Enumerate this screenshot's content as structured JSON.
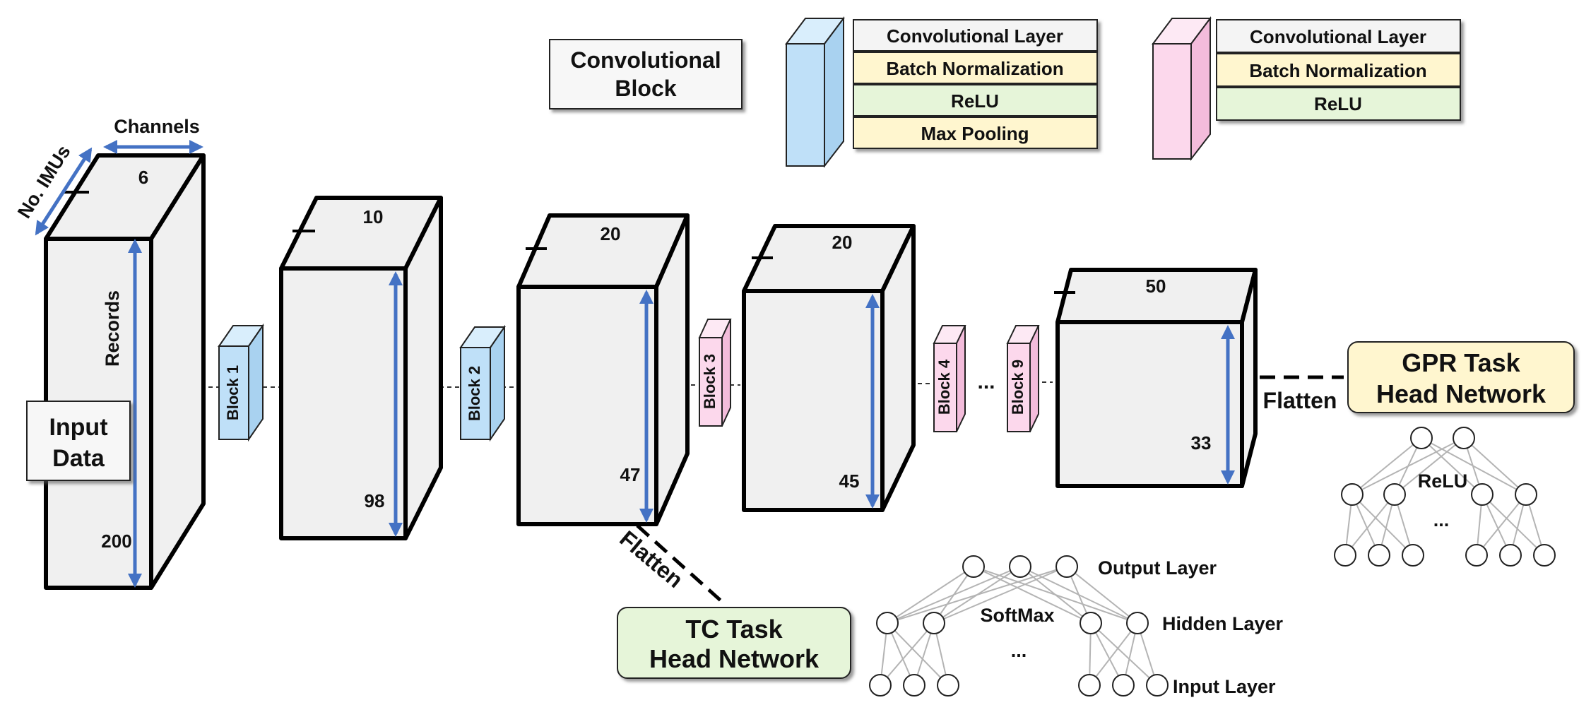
{
  "legend": {
    "title_line1": "Convolutional",
    "title_line2": "Block",
    "blue_layers": [
      "Convolutional Layer",
      "Batch Normalization",
      "ReLU",
      "Max Pooling"
    ],
    "pink_layers": [
      "Convolutional Layer",
      "Batch Normalization",
      "ReLU"
    ],
    "colors": {
      "blue": "#bfe0f8",
      "pink": "#fcd8ec",
      "white": "#f4f4f4",
      "yellow": "#fff6cf",
      "green": "#e6f5d9"
    }
  },
  "input": {
    "label_line1": "Input",
    "label_line2": "Data",
    "channels_label": "Channels",
    "imus_label": "No. IMUs",
    "records_label": "Records"
  },
  "tensors": [
    {
      "top": "6",
      "side": "200"
    },
    {
      "top": "10",
      "side": "98"
    },
    {
      "top": "20",
      "side": "47"
    },
    {
      "top": "20",
      "side": "45"
    },
    {
      "top": "50",
      "side": "33"
    }
  ],
  "blocks": [
    "Block 1",
    "Block 2",
    "Block 3",
    "Block 4",
    "Block 9"
  ],
  "ellipsis": "...",
  "flatten": "Flatten",
  "tc_head": {
    "line1": "TC Task",
    "line2": "Head Network"
  },
  "gpr_head": {
    "line1": "GPR Task",
    "line2": "Head Network"
  },
  "network": {
    "output_layer": "Output Layer",
    "hidden_layer": "Hidden Layer",
    "input_layer": "Input Layer",
    "softmax": "SoftMax",
    "relu": "ReLU",
    "dots": "..."
  },
  "accent_color": "#4472c4"
}
